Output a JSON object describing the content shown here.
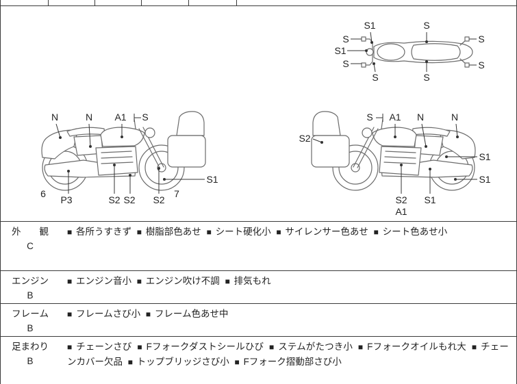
{
  "diagram": {
    "top_view": {
      "labels": [
        "S1",
        "S",
        "S",
        "S1",
        "S",
        "S",
        "S",
        "S",
        "S"
      ]
    },
    "left_side_view": {
      "labels": [
        "N",
        "N",
        "A1",
        "S",
        "6",
        "P3",
        "S2",
        "S2",
        "S2",
        "7",
        "S1"
      ]
    },
    "right_side_view": {
      "labels": [
        "S",
        "A1",
        "N",
        "N",
        "S2",
        "S1",
        "S1",
        "S2",
        "S1",
        "A1"
      ]
    }
  },
  "bullet": "■",
  "rows": [
    {
      "category": "外　観",
      "grade": "C",
      "items": [
        "各所うすきず",
        "樹脂部色あせ",
        "シート硬化小",
        "サイレンサー色あせ",
        "シート色あせ小"
      ]
    },
    {
      "category": "エンジン",
      "grade": "B",
      "items": [
        "エンジン音小",
        "エンジン吹け不調",
        "排気もれ"
      ]
    },
    {
      "category": "フレーム",
      "grade": "B",
      "items": [
        "フレームさび小",
        "フレーム色あせ中"
      ]
    },
    {
      "category": "足まわり",
      "grade": "B",
      "items": [
        "チェーンさび",
        "Fフォークダストシールひび",
        "ステムがたつき小",
        "Fフォークオイルもれ大",
        "チェーンカバー欠品",
        "トップブリッジさび小",
        "Fフォーク摺動部さび小"
      ]
    }
  ]
}
